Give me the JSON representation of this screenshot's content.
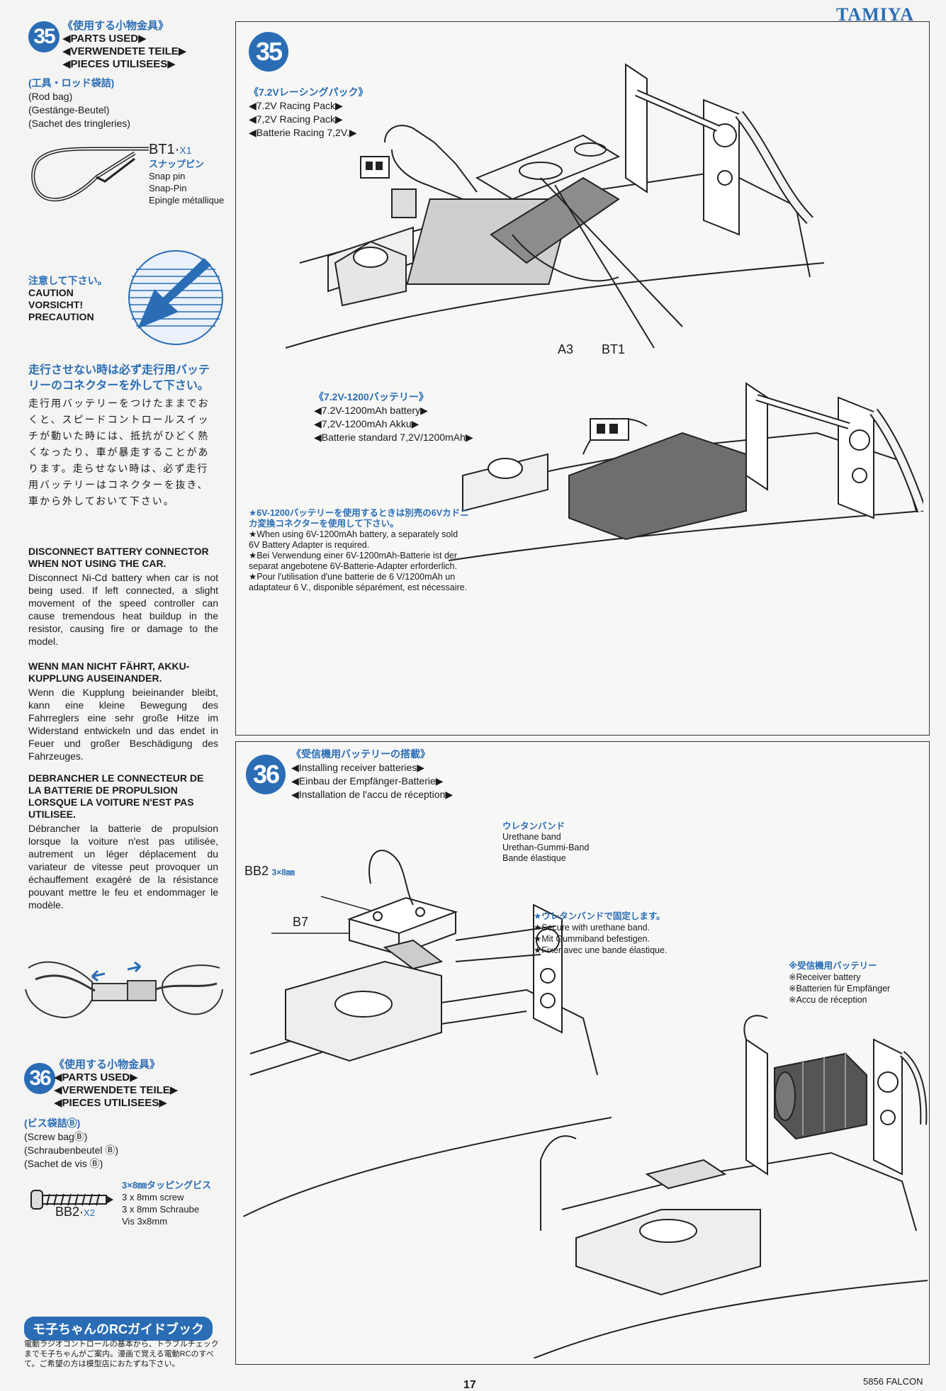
{
  "brand": "TAMIYA",
  "footer": {
    "page_number": "17",
    "model": "5856 FALCON"
  },
  "left": {
    "step35_parts": {
      "badge": "35",
      "jp": "《使用する小物金具》",
      "en": "◀PARTS USED▶",
      "de": "◀VERWENDETE TEILE▶",
      "fr": "◀PIECES UTILISEES▶",
      "bag_jp": "(工具・ロッド袋詰)",
      "bag_en": "(Rod bag)",
      "bag_de": "(Gestänge-Beutel)",
      "bag_fr": "(Sachet des tringleries)",
      "part_code": "BT1",
      "part_qty": "X1",
      "part_jp": "スナップピン",
      "part_en": "Snap pin",
      "part_de": "Snap-Pin",
      "part_fr": "Epingle métallique"
    },
    "caution": {
      "jp": "注意して下さい。",
      "en": "CAUTION",
      "de": "VORSICHT!",
      "fr": "PRECAUTION"
    },
    "warning_jp_title": "走行させない時は必ず走行用バッテリーのコネクターを外して下さい。",
    "warning_jp_body": "走行用バッテリーをつけたままでおくと、スピードコントロールスイッチが動いた時には、抵抗がひどく熱くなったり、車が暴走することがあります。走らせない時は、必ず走行用バッテリーはコネクターを抜き、車から外しておいて下さい。",
    "warning_en_title": "DISCONNECT BATTERY CONNECTOR WHEN NOT USING THE CAR.",
    "warning_en_body": "Disconnect Ni-Cd battery when car is not being used. If left connected, a slight movement of the speed controller can cause tremendous heat buildup in the resistor, causing fire or damage to the model.",
    "warning_de_title": "WENN MAN NICHT FÄHRT, AKKU-KUPPLUNG AUSEINANDER.",
    "warning_de_body": "Wenn die Kupplung beieinander bleibt, kann eine kleine Bewegung des Fahrreglers eine sehr große Hitze im Widerstand entwickeln und das endet in Feuer und großer Beschädigung des Fahrzeuges.",
    "warning_fr_title": "DEBRANCHER LE CONNECTEUR DE LA BATTERIE DE PROPULSION LORSQUE LA VOITURE N'EST PAS UTILISEE.",
    "warning_fr_body": "Débrancher la batterie de propulsion lorsque la voiture n'est pas utilisée, autrement un léger déplacement du variateur de vitesse peut provoquer un échauffement exagéré de la résistance pouvant mettre le feu et endommager le modèle.",
    "step36_parts": {
      "badge": "36",
      "jp": "《使用する小物金具》",
      "en": "◀PARTS USED▶",
      "de": "◀VERWENDETE TEILE▶",
      "fr": "◀PIECES UTILISEES▶",
      "bag_jp": "(ビス袋詰Ⓑ)",
      "bag_en": "(Screw bagⒷ)",
      "bag_de": "(Schraubenbeutel Ⓑ)",
      "bag_fr": "(Sachet de vis Ⓑ)",
      "screw_jp": "3×8㎜タッピングビス",
      "screw_en": "3 x 8mm screw",
      "screw_de": "3 x 8mm Schraube",
      "screw_fr": "Vis 3x8mm",
      "part_code": "BB2",
      "part_qty": "X2"
    },
    "guide": {
      "badge": "モ子ちゃんのRCガイドブック",
      "text": "電動ラジオコントロールの基本から、トラブルチェックまでモ子ちゃんがご案内。漫画で覚える電動RCのすべて。ご希望の方は模型店におたずね下さい。"
    }
  },
  "step35": {
    "badge": "35",
    "pack_jp": "《7.2Vレーシングパック》",
    "pack_en": "◀7.2V Racing Pack▶",
    "pack_de": "◀7,2V Racing Pack▶",
    "pack_fr": "◀Batterie Racing 7,2V.▶",
    "callout_a3": "A3",
    "callout_bt1": "BT1",
    "battery_jp": "《7.2V-1200バッテリー》",
    "battery_en": "◀7.2V-1200mAh battery▶",
    "battery_de": "◀7,2V-1200mAh Akku▶",
    "battery_fr": "◀Batterie standard 7,2V/1200mAh▶",
    "note_jp": "★6V-1200バッテリーを使用するときは別売の6Vカドニカ変換コネクターを使用して下さい。",
    "note_en": "★When using 6V-1200mAh battery, a separately sold 6V Battery Adapter is required.",
    "note_de": "★Bei Verwendung einer 6V-1200mAh-Batterie ist der separat angebotene 6V-Batterie-Adapter erforderlich.",
    "note_fr": "★Pour l'utilisation d'une batterie de 6 V/1200mAh un adaptateur 6 V., disponible séparément, est nécessaire."
  },
  "step36": {
    "badge": "36",
    "title_jp": "《受信機用バッテリーの搭載》",
    "title_en": "◀Installing receiver batteries▶",
    "title_de": "◀Einbau der Empfänger-Batterie▶",
    "title_fr": "◀Installation de l'accu de réception▶",
    "band_jp": "ウレタンバンド",
    "band_en": "Urethane band",
    "band_de": "Urethan-Gummi-Band",
    "band_fr": "Bande élastique",
    "callout_bb2": "BB2",
    "callout_bb2_size": "3×8㎜",
    "callout_b7": "B7",
    "secure_jp": "★ウレタンバンドで固定します。",
    "secure_en": "★Secure with urethane band.",
    "secure_de": "★Mit Gummiband befestigen.",
    "secure_fr": "★Fixer avec une bande élastique.",
    "rx_jp": "※受信機用バッテリー",
    "rx_en": "※Receiver battery",
    "rx_de": "※Batterien für Empfänger",
    "rx_fr": "※Accu de réception"
  }
}
